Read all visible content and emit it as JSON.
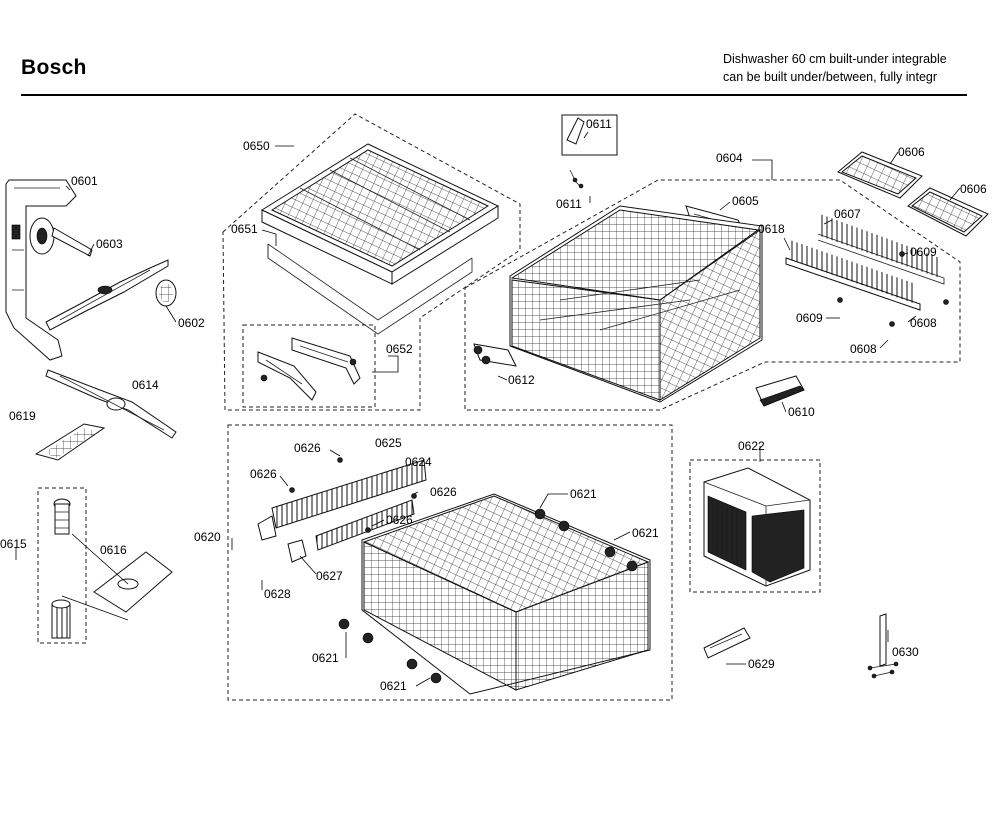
{
  "header": {
    "brand": "Bosch",
    "description_line1": "Dishwasher 60 cm built-under integrable",
    "description_line2": "can be built under/between, fully integr"
  },
  "labels": {
    "p0601": "0601",
    "p0602": "0602",
    "p0603": "0603",
    "p0604": "0604",
    "p0605": "0605",
    "p0606a": "0606",
    "p0606b": "0606",
    "p0607": "0607",
    "p0608a": "0608",
    "p0608b": "0608",
    "p0609a": "0609",
    "p0609b": "0609",
    "p0610": "0610",
    "p0611a": "0611",
    "p0611b": "0611",
    "p0612": "0612",
    "p0614": "0614",
    "p0615": "0615",
    "p0616": "0616",
    "p0618": "0618",
    "p0619": "0619",
    "p0620": "0620",
    "p0621a": "0621",
    "p0621b": "0621",
    "p0621c": "0621",
    "p0621d": "0621",
    "p0622": "0622",
    "p0624": "0624",
    "p0625": "0625",
    "p0626a": "0626",
    "p0626b": "0626",
    "p0626c": "0626",
    "p0626d": "0626",
    "p0627": "0627",
    "p0628": "0628",
    "p0629": "0629",
    "p0630": "0630",
    "p0650": "0650",
    "p0651": "0651",
    "p0652": "0652"
  }
}
